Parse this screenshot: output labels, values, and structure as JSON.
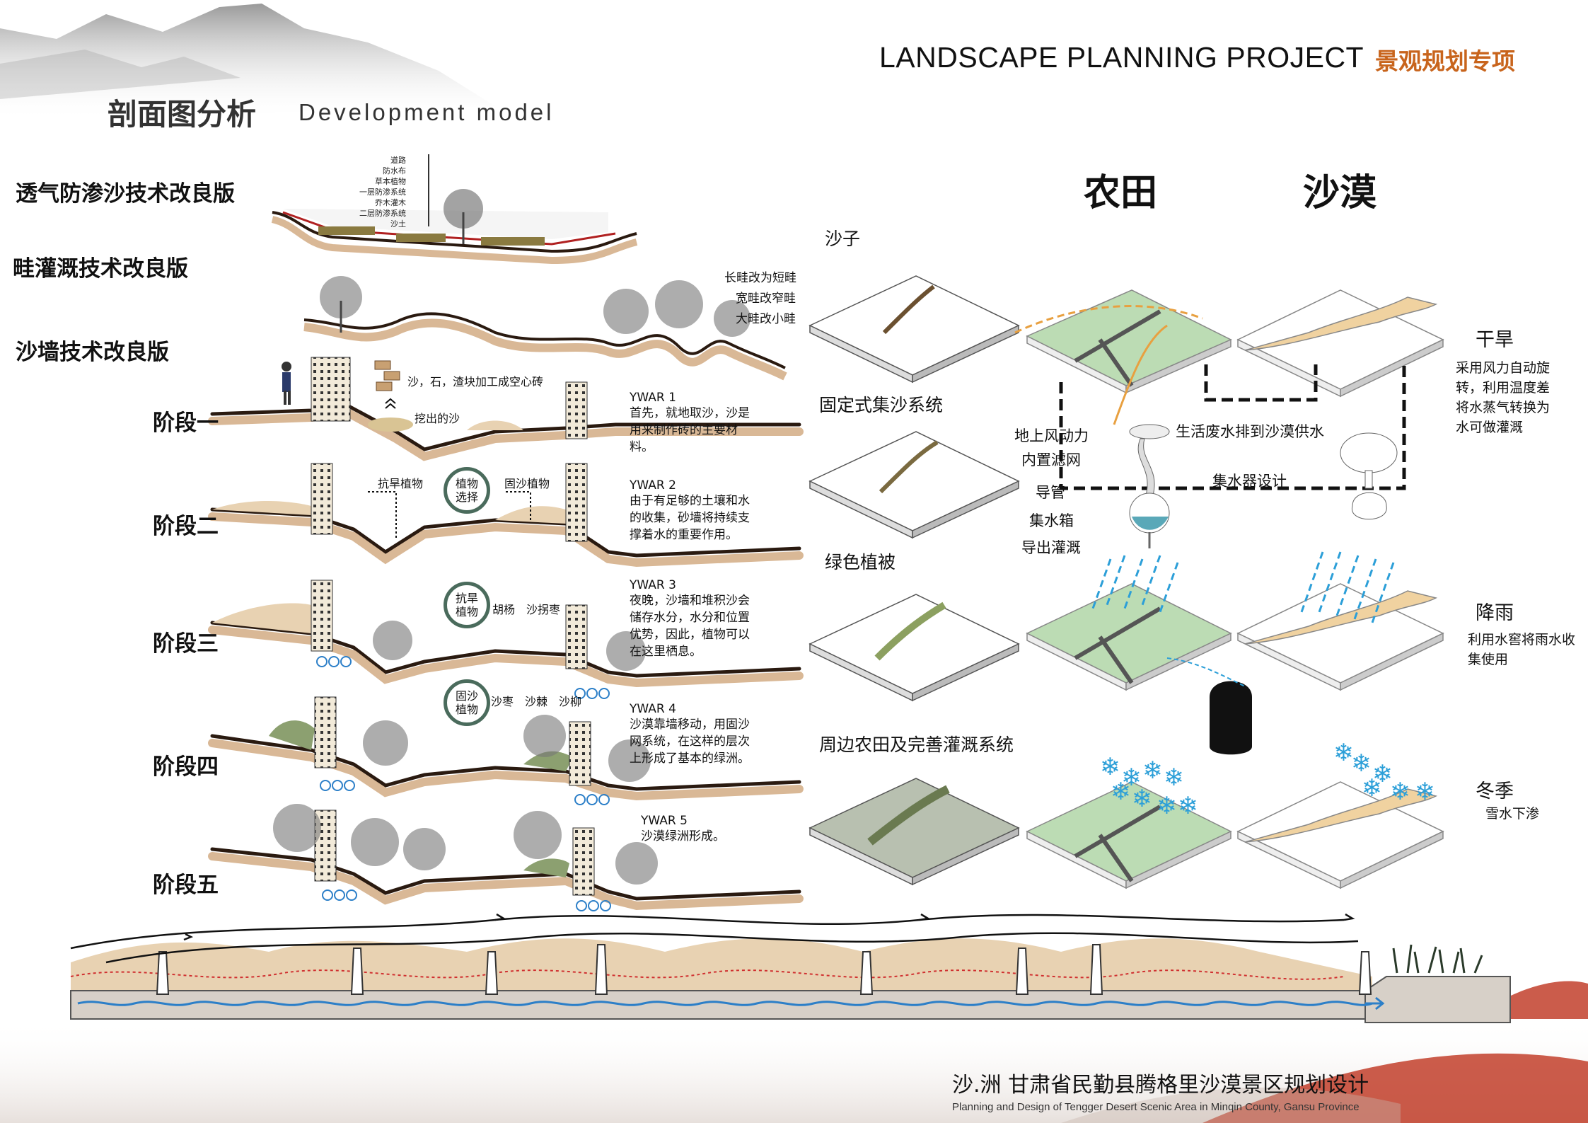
{
  "header": {
    "title_en": "LANDSCAPE PLANNING PROJECT",
    "title_cn": "景观规划专项",
    "section_cn": "剖面图分析",
    "section_en": "Development model"
  },
  "methods": [
    "透气防渗沙技术改良版",
    "畦灌溉技术改良版",
    "沙墙技术改良版"
  ],
  "layers": [
    "道路",
    "防水布",
    "草本植物",
    "一层防渗系统",
    "乔木灌木",
    "二层防渗系统",
    "沙土"
  ],
  "furrow_notes": [
    "长畦改为短畦",
    "宽畦改窄畦",
    "大畦改小畦"
  ],
  "stages": [
    {
      "label": "阶段一",
      "year": "YWAR 1",
      "desc": "首先，就地取沙，沙是用来制作砖的主要材料。"
    },
    {
      "label": "阶段二",
      "year": "YWAR 2",
      "desc": "由于有足够的土壤和水的收集，砂墙将持续支撑着水的重要作用。"
    },
    {
      "label": "阶段三",
      "year": "YWAR 3",
      "desc": "夜晚，沙墙和堆积沙会储存水分，水分和位置优势，因此，植物可以在这里栖息。"
    },
    {
      "label": "阶段四",
      "year": "YWAR 4",
      "desc": "沙漠靠墙移动，用固沙网系统，在这样的层次上形成了基本的绿洲。"
    },
    {
      "label": "阶段五",
      "year": "YWAR 5",
      "desc": "沙漠绿洲形成。"
    }
  ],
  "stage_notes": {
    "brick": "沙，石，渣块加工成空心砖",
    "dug_sand": "挖出的沙",
    "drought_plants": "抗旱植物",
    "fixing_plants": "固沙植物",
    "plant_selection": "植物\n选择",
    "circle_drought": "抗旱\n植物",
    "species_3": "胡杨　沙拐枣",
    "circle_fixing": "固沙\n植物",
    "species_4": "沙枣　沙棘　沙柳"
  },
  "maps": [
    "沙子",
    "固定式集沙系统",
    "绿色植被",
    "周边农田及完善灌溉系统"
  ],
  "columns": {
    "farm": "农田",
    "desert": "沙漠"
  },
  "collector": {
    "parts": [
      "地上风动力",
      "内置滤网",
      "导管",
      "集水箱",
      "导出灌溉"
    ],
    "wastewater": "生活废水排到沙漠供水",
    "design": "集水器设计"
  },
  "seasons": [
    {
      "title": "干旱",
      "desc": "采用风力自动旋转，利用温度差将水蒸气转换为水可做灌溉"
    },
    {
      "title": "降雨",
      "desc": "利用水窖将雨水收集使用"
    },
    {
      "title": "冬季",
      "desc": "雪水下渗"
    }
  ],
  "footer": {
    "cn": "沙.洲  甘肃省民勤县腾格里沙漠景区规划设计",
    "en": "Planning and Design of Tengger Desert Scenic Area in Minqin County, Gansu Province"
  },
  "colors": {
    "accent": "#c8641c",
    "ground": "#4a2a1a",
    "sand": "#e8d2b2",
    "green": "#bcdcb4",
    "water": "#2c7fc8",
    "circle": "#4a6b5c"
  }
}
